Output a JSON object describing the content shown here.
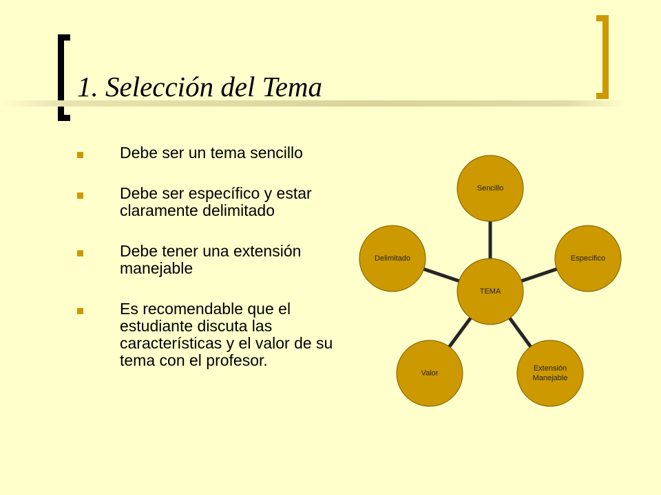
{
  "slide": {
    "title": "1. Selección del Tema",
    "bullets": [
      "Debe ser un tema sencillo",
      "Debe ser específico y estar claramente delimitado",
      "Debe tener una extensión manejable",
      "Es recomendable que el estudiante discuta las características y el valor de su tema con el profesor."
    ]
  },
  "diagram": {
    "center": {
      "label": "TEMA"
    },
    "nodes": [
      {
        "id": "sencillo",
        "lines": [
          "Sencillo"
        ]
      },
      {
        "id": "especifico",
        "lines": [
          "Especifico"
        ]
      },
      {
        "id": "extension",
        "lines": [
          "Extensión",
          "Manejable"
        ]
      },
      {
        "id": "valor",
        "lines": [
          "Valor"
        ]
      },
      {
        "id": "delimitado",
        "lines": [
          "Delimitado"
        ]
      }
    ],
    "colors": {
      "node_fill": "#CC9900",
      "node_stroke": "#7A5A00",
      "connector": "#262626"
    }
  },
  "theme": {
    "background": "#FFFFCC",
    "accent": "#CC9900"
  }
}
